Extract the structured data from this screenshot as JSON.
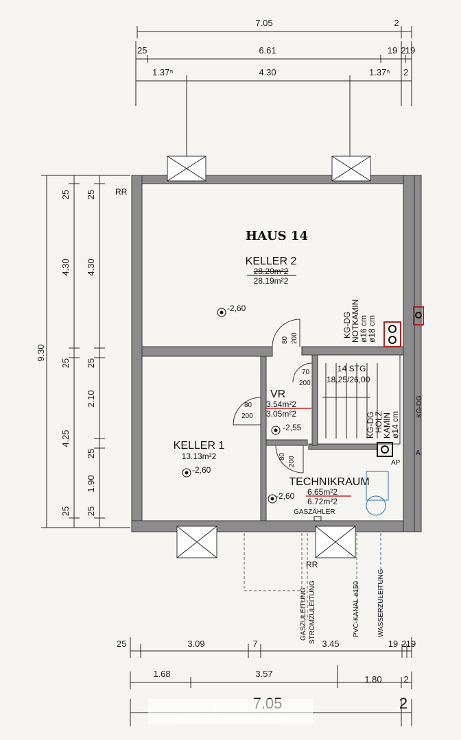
{
  "top_dims": {
    "row1": {
      "total": "7.05",
      "right": "2"
    },
    "row2": {
      "left": "25",
      "mid": "6.61",
      "right1": "19",
      "right2": "2",
      "right3": "19"
    },
    "row3": {
      "left": "1.37⁵",
      "mid": "4.30",
      "right1": "1.37⁵",
      "right2": "2"
    }
  },
  "left_dims": {
    "total": "9.30",
    "outer": [
      "25",
      "4.30",
      "25",
      "4.25",
      "25"
    ],
    "inner": [
      "25",
      "4.30",
      "25",
      "2.10",
      "25",
      "1.90",
      "25"
    ]
  },
  "bottom_dims": {
    "row1": {
      "a": "25",
      "b": "3.09",
      "c": "7",
      "d": "3.45",
      "e": "19",
      "f": "2",
      "g": "19"
    },
    "row2": {
      "a": "1.68",
      "b": "3.57",
      "c": "1.80",
      "d": "2"
    },
    "row3": {
      "total": "7.05",
      "right": "2"
    }
  },
  "title": "HAUS 14",
  "rooms": {
    "keller2": {
      "name": "KELLER 2",
      "area_old": "28.20m²2",
      "area_new": "28.19m²2",
      "level": "-2,60"
    },
    "keller1": {
      "name": "KELLER 1",
      "area": "13.13m²2",
      "level": "-2,60"
    },
    "vr": {
      "name": "VR",
      "area_old": "3.54m²2",
      "area_new": "3.05m²2",
      "level": "-2,55"
    },
    "technik": {
      "name": "TECHNIKRAUM",
      "area_old": "6.65m²2",
      "area_new": "6.72m²2",
      "level": "-2,60"
    },
    "stair": {
      "line1": "14 STG",
      "line2": "18,25/26,00"
    }
  },
  "doors": {
    "d1": {
      "w": "80",
      "h": "200"
    },
    "d2": {
      "w": "70",
      "h": "200"
    },
    "d3": {
      "w": "80",
      "h": "200"
    },
    "d4": {
      "w": "80",
      "h": "200"
    }
  },
  "labels": {
    "rr_top": "RR",
    "rr_bottom": "RR",
    "gaszahler": "GASZÄHLER",
    "kamin1": {
      "l1": "KG-DG",
      "l2": "NOTKAMIN",
      "l3": "ø16 cm",
      "l4": "ø18 cm"
    },
    "kamin2": {
      "l1": "KG-DG",
      "l2": "HOLZ",
      "l3": "KAMIN",
      "l4": "ø14 cm"
    },
    "ap": "AP",
    "kg_dg": "KG-DG",
    "a": "A"
  },
  "utilities": [
    "GASZULEITUNG",
    "STROMZULEITUNG",
    "PVC-KANAL ø150",
    "WASSERZULEITUNG"
  ],
  "watermark": {
    "brand": "Mason",
    "sub": "Realitätenvermittlungs- und Verwaltungsgesmbh"
  }
}
